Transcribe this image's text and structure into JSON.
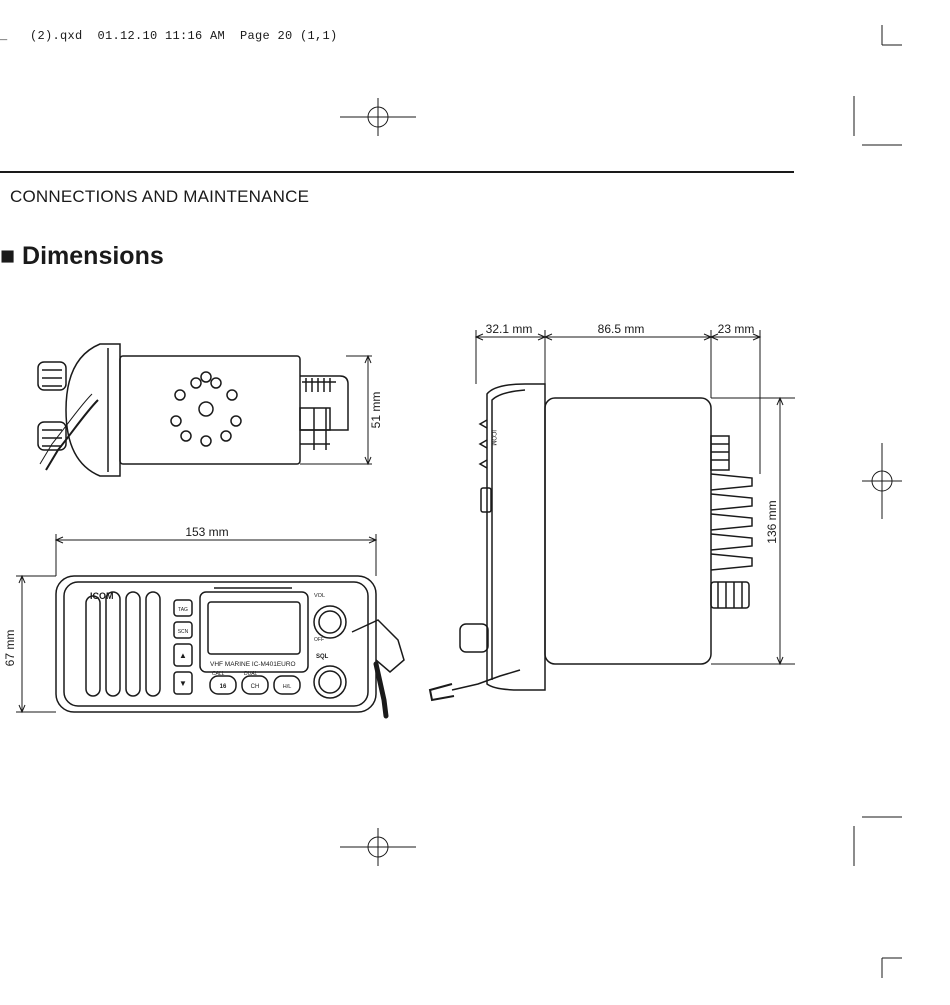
{
  "slug": "_   (2).qxd  01.12.10 11:16 AM  Page 20 (1,1)",
  "section_title": "CONNECTIONS AND MAINTENANCE",
  "heading": "■ Dimensions",
  "dimensions": {
    "top_view_height": "51 mm",
    "front_width": "153 mm",
    "front_height": "67 mm",
    "side_depth_front": "32.1 mm",
    "side_depth_body": "86.5 mm",
    "side_depth_rear": "23 mm",
    "side_height": "136 mm"
  },
  "radio_labels": {
    "brand": "ICOM",
    "brand_side": "ICOM",
    "model": "VHF MARINE  IC-M401EURO",
    "vol": "VOL",
    "off": "OFF",
    "sql": "SQL",
    "tag": "TAG",
    "scn": "SCN",
    "up": "▲",
    "down": "▼",
    "call": "CALL",
    "key16": "16",
    "dual": "DUAL",
    "ch": "CH",
    "hl": "H/L"
  }
}
